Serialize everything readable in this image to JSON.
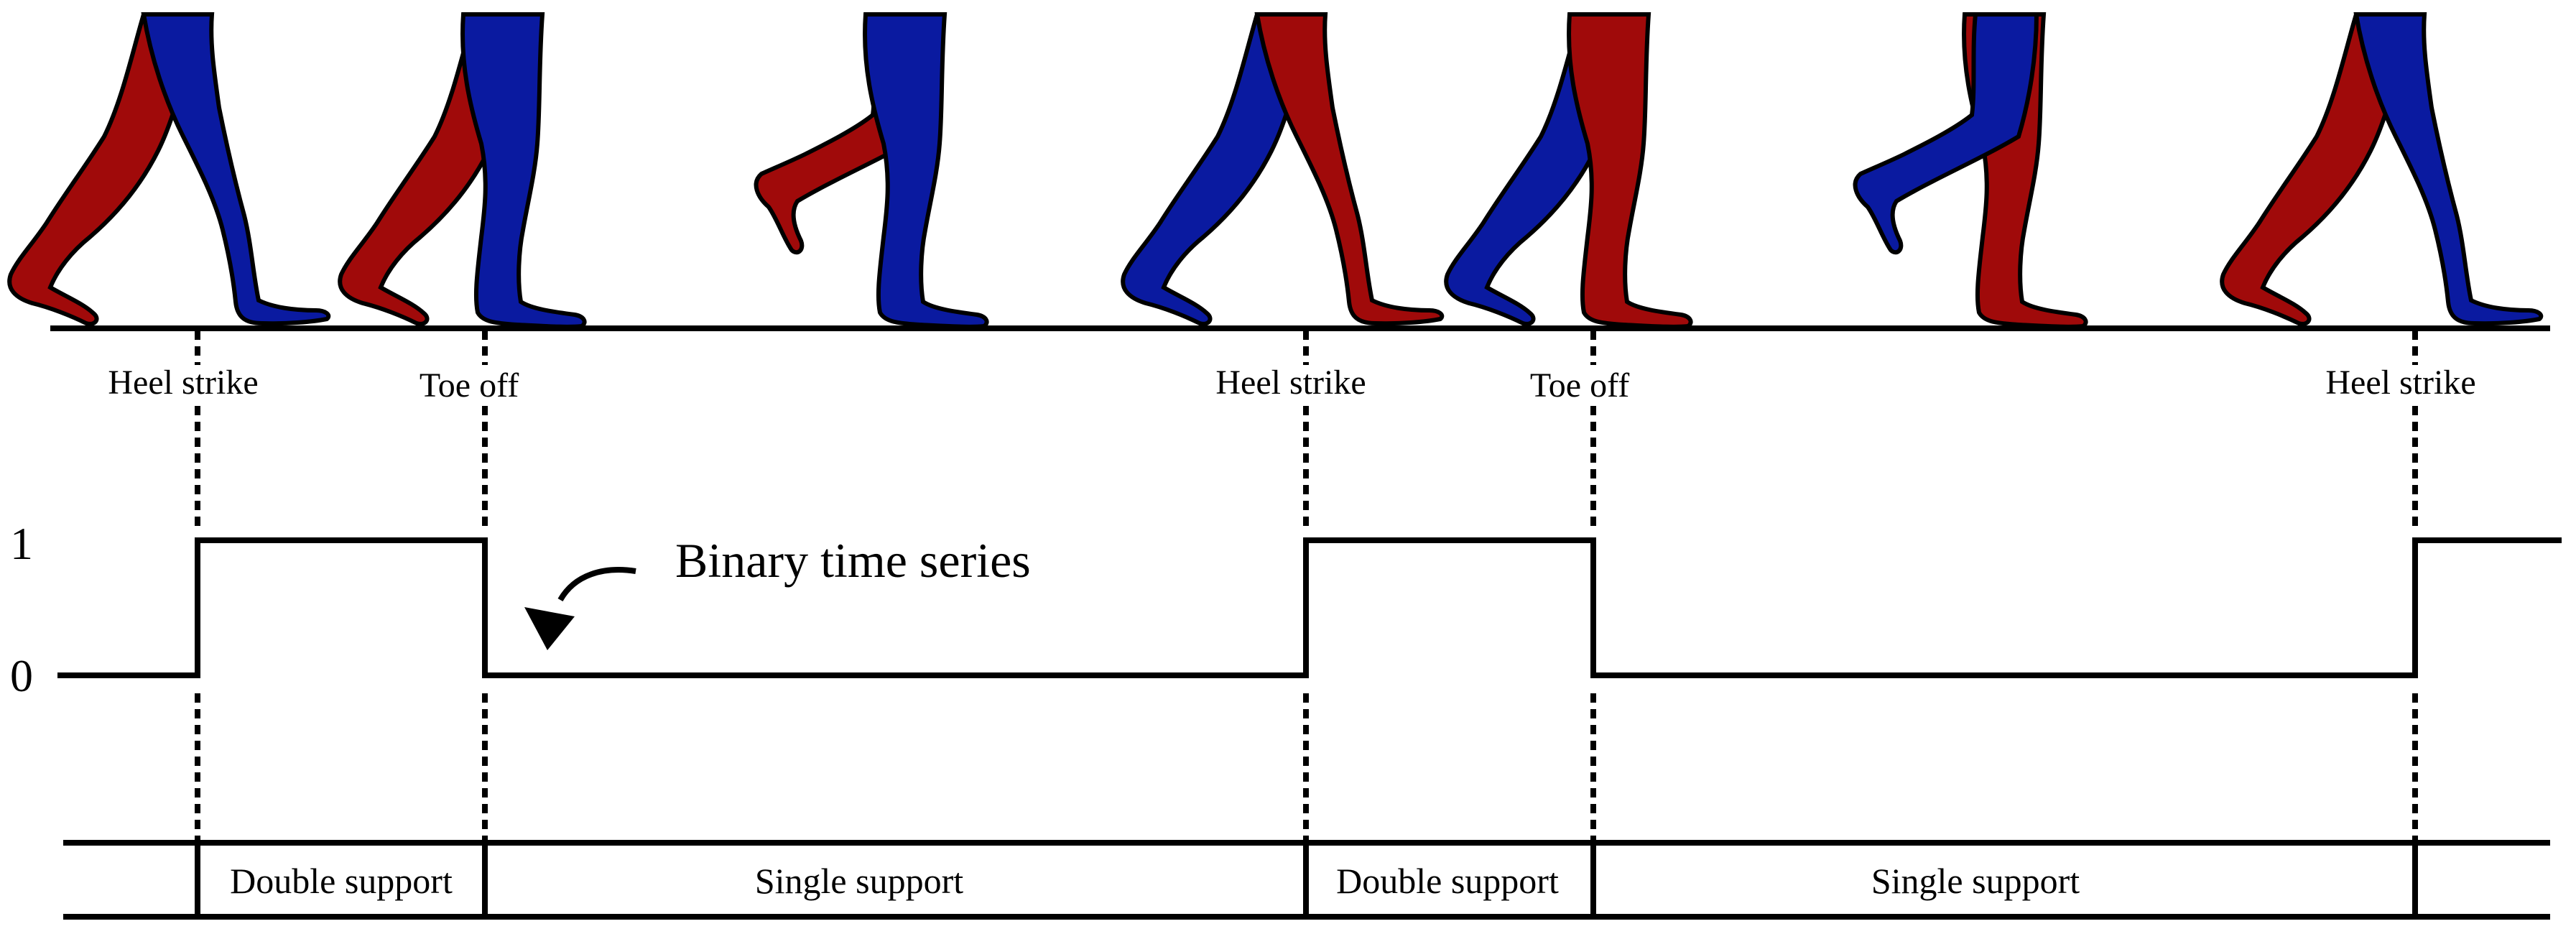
{
  "colors": {
    "left_leg": "#a00a0a",
    "right_leg": "#0a1aa0",
    "ink": "#000000",
    "background": "#ffffff"
  },
  "events": [
    {
      "label": "Heel strike"
    },
    {
      "label": "Toe off"
    },
    {
      "label": "Heel strike"
    },
    {
      "label": "Toe off"
    },
    {
      "label": "Heel strike"
    }
  ],
  "signal": {
    "levels": [
      0,
      1,
      0,
      1,
      0,
      1
    ],
    "y_tick_labels": [
      "1",
      "0"
    ],
    "annotation": "Binary time series"
  },
  "phases": [
    "Double support",
    "Single support",
    "Double support",
    "Single support"
  ],
  "figures": [
    {
      "pose": "heel-strike",
      "front_leg": "right"
    },
    {
      "pose": "toe-off",
      "front_leg": "right"
    },
    {
      "pose": "swing",
      "front_leg": "left"
    },
    {
      "pose": "heel-strike",
      "front_leg": "left"
    },
    {
      "pose": "toe-off",
      "front_leg": "left"
    },
    {
      "pose": "swing",
      "front_leg": "right"
    },
    {
      "pose": "heel-strike",
      "front_leg": "right"
    }
  ]
}
